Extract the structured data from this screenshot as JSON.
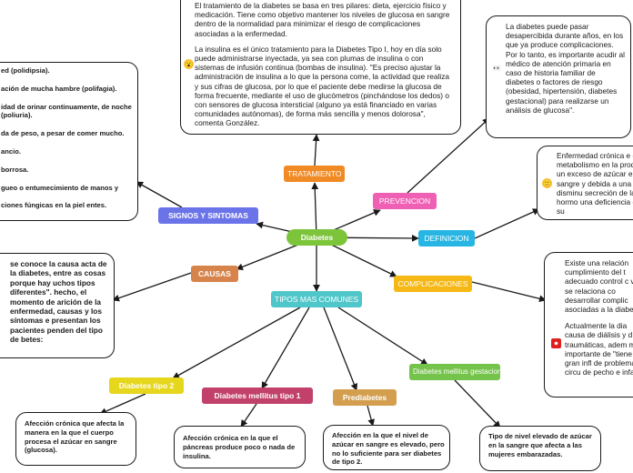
{
  "center": {
    "label": "Diabetes",
    "color": "#7cc43a"
  },
  "branches": {
    "tratamiento": {
      "label": "TRATAMIENTO",
      "color": "#f08a24"
    },
    "prevencion": {
      "label": "PREVENCION",
      "color": "#ef5fb4"
    },
    "signos": {
      "label": "SIGNOS Y SINTOMAS",
      "color": "#6b73e8"
    },
    "definicion": {
      "label": "DEFINICION",
      "color": "#27b6e3"
    },
    "causas": {
      "label": "CAUSAS",
      "color": "#d7844c"
    },
    "complicaciones": {
      "label": "COMPLICACIONES",
      "color": "#f5b814"
    },
    "tipos": {
      "label": "TIPOS MAS COMUNES",
      "color": "#4fc6c9"
    },
    "tipo2": {
      "label": "Diabetes tipo 2",
      "color": "#e6d61c"
    },
    "tipo1": {
      "label": "Diabetes mellitus tipo 1",
      "color": "#c2416a"
    },
    "prediabetes": {
      "label": "Prediabetes",
      "color": "#d39f4f"
    },
    "gestacional": {
      "label": "Diabetes mellitus gestacional",
      "color": "#74c34a"
    }
  },
  "notes": {
    "tratamiento": {
      "p1": "El tratamiento de la diabetes se basa en tres pilares: dieta, ejercicio físico y medicación. Tiene como objetivo mantener los niveles de glucosa en sangre dentro de la normalidad para minimizar el riesgo de complicaciones asociadas a la enfermedad.",
      "p2": "La insulina es el único tratamiento para la Diabetes Tipo I, hoy en día solo puede administrarse inyectada, ya sea con plumas de insulina o con sistemas de infusión continua (bombas de insulina). \"Es preciso ajustar la administración de insulina a lo que la persona come, la actividad que realiza y sus cifras de glucosa, por lo que el paciente debe medirse la glucosa de forma frecuente, mediante el uso de glucómetros (pinchándose los dedos) o con sensores de glucosa intersticial (alguno ya está financiado en varias comunidades autónomas), de forma más sencilla y menos dolorosa\", comenta González."
    },
    "prevencion": "La diabetes puede pasar desapercibida durante años, en los que ya produce complicaciones. Por lo tanto, es importante acudir al médico de atención primaria en caso de historia familiar de diabetes o factores de riesgo (obesidad, hipertensión, diabetes gestacional) para realizarse un análisis de glucosa\".",
    "signos": {
      "s1": "ed (polidipsia).",
      "s2": "ación de mucha hambre (polifagia).",
      "s3": "idad de orinar continuamente, de noche (poliuria).",
      "s4": "da de peso, a pesar de comer mucho.",
      "s5": "ancio.",
      "s6": "borrosa.",
      "s7": "gueo o entumecimiento de manos y",
      "s8": "ciones fúngicas en la piel entes."
    },
    "definicion": "Enfermedad crónica e del metabolismo en la produce un exceso de azúcar en la sangre y debida a una disminu secreción de la hormo una deficiencia de su",
    "causas": "se conoce la causa acta de la diabetes, entre as cosas porque hay uchos tipos diferentes\". hecho, el momento de arición de la enfermedad, causas y los síntomas e presentan los pacientes penden del tipo de betes:",
    "complicaciones": {
      "p1": "Existe una relación cumplimiento del t adecuado control c vez se relaciona co desarrollar complic asociadas a la diabe",
      "p2": "Actualmente la dia causa de diálisis y d traumáticas, adem muy importante de \"tiene una gran infl de problemas circu de pecho e infarto\""
    },
    "tipo2": "Afección crónica que afecta la manera en la que el cuerpo procesa el azúcar en sangre (glucosa).",
    "tipo1": "Afección crónica en la que el páncreas produce poco o nada de insulina.",
    "prediabetes": "Afección en la que el nivel de azúcar en sangre es elevado, pero no lo suficiente para ser diabetes de tipo 2.",
    "gestacional": "Tipo de nivel elevado de azúcar en la sangre que afecta a las mujeres embarazadas."
  },
  "icons": {
    "tratamiento": "worried-face-icon",
    "prevencion": "eyes-icon",
    "definicion": "smiling-face-icon",
    "complicaciones": "red-alert-icon"
  },
  "emoji_glyphs": {
    "face1": "😮",
    "eyes": "👀",
    "face2": "🙂",
    "alert": "⏺"
  }
}
